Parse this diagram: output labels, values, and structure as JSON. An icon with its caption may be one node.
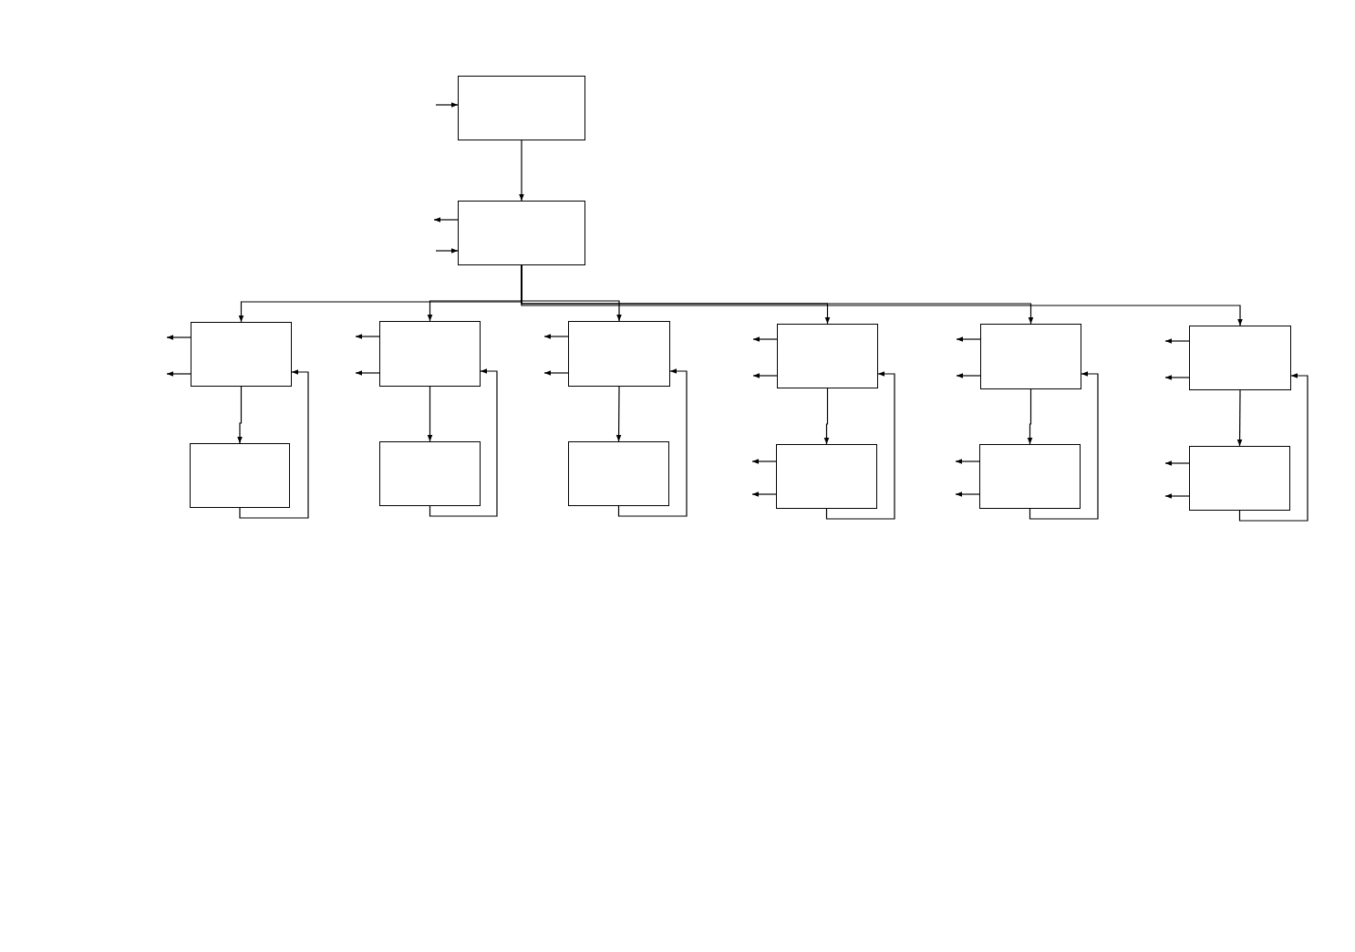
{
  "diagram": {
    "nodes": [
      {
        "text": [],
        "shape": "box"
      },
      {
        "text": [],
        "shape": "box"
      },
      {
        "text": [],
        "shape": "box"
      },
      {
        "text": [],
        "shape": "box"
      },
      {
        "text": [],
        "shape": "box"
      },
      {
        "text": [],
        "shape": "box"
      },
      {
        "text": [],
        "shape": "box"
      },
      {
        "text": [],
        "shape": "box"
      },
      {
        "text": [],
        "shape": "box"
      },
      {
        "text": [],
        "shape": "box"
      },
      {
        "text": [],
        "shape": "box"
      },
      {
        "text": [],
        "shape": "box"
      },
      {
        "text": [],
        "shape": "box"
      },
      {
        "text": [],
        "shape": "box"
      }
    ],
    "edges": [
      {
        "from": null,
        "to": 0,
        "arrow": "to"
      },
      {
        "from": 0,
        "to": 1,
        "arrow": "to"
      },
      {
        "from": 1,
        "to": null,
        "arrow": "to"
      },
      {
        "from": null,
        "to": 1,
        "arrow": "to"
      },
      {
        "from": 1,
        "to": 2,
        "arrow": "to"
      },
      {
        "from": 1,
        "to": 3,
        "arrow": "to"
      },
      {
        "from": 1,
        "to": 4,
        "arrow": "to"
      },
      {
        "from": 1,
        "to": 5,
        "arrow": "to"
      },
      {
        "from": 1,
        "to": 6,
        "arrow": "to"
      },
      {
        "from": 1,
        "to": 7,
        "arrow": "to"
      },
      {
        "from": 2,
        "to": null,
        "arrow": "to"
      },
      {
        "from": 2,
        "to": null,
        "arrow": "to"
      },
      {
        "from": 2,
        "to": 8,
        "arrow": "to"
      },
      {
        "from": 8,
        "to": 2,
        "arrow": "to"
      },
      {
        "from": 3,
        "to": null,
        "arrow": "to"
      },
      {
        "from": 3,
        "to": null,
        "arrow": "to"
      },
      {
        "from": 3,
        "to": 9,
        "arrow": "to"
      },
      {
        "from": 9,
        "to": 3,
        "arrow": "to"
      },
      {
        "from": 4,
        "to": null,
        "arrow": "to"
      },
      {
        "from": 4,
        "to": null,
        "arrow": "to"
      },
      {
        "from": 4,
        "to": 10,
        "arrow": "to"
      },
      {
        "from": 10,
        "to": 4,
        "arrow": "to"
      },
      {
        "from": 5,
        "to": null,
        "arrow": "to"
      },
      {
        "from": 5,
        "to": null,
        "arrow": "to"
      },
      {
        "from": 5,
        "to": 11,
        "arrow": "to"
      },
      {
        "from": 11,
        "to": 5,
        "arrow": "to"
      },
      {
        "from": 11,
        "to": null,
        "arrow": "to"
      },
      {
        "from": 11,
        "to": null,
        "arrow": "to"
      },
      {
        "from": 6,
        "to": null,
        "arrow": "to"
      },
      {
        "from": 6,
        "to": null,
        "arrow": "to"
      },
      {
        "from": 6,
        "to": 12,
        "arrow": "to"
      },
      {
        "from": 12,
        "to": 6,
        "arrow": "to"
      },
      {
        "from": 12,
        "to": null,
        "arrow": "to"
      },
      {
        "from": 12,
        "to": null,
        "arrow": "to"
      },
      {
        "from": 7,
        "to": null,
        "arrow": "to"
      },
      {
        "from": 7,
        "to": null,
        "arrow": "to"
      },
      {
        "from": 7,
        "to": 13,
        "arrow": "to"
      },
      {
        "from": 13,
        "to": 7,
        "arrow": "to"
      },
      {
        "from": 13,
        "to": null,
        "arrow": "to"
      },
      {
        "from": 13,
        "to": null,
        "arrow": "to"
      }
    ]
  }
}
